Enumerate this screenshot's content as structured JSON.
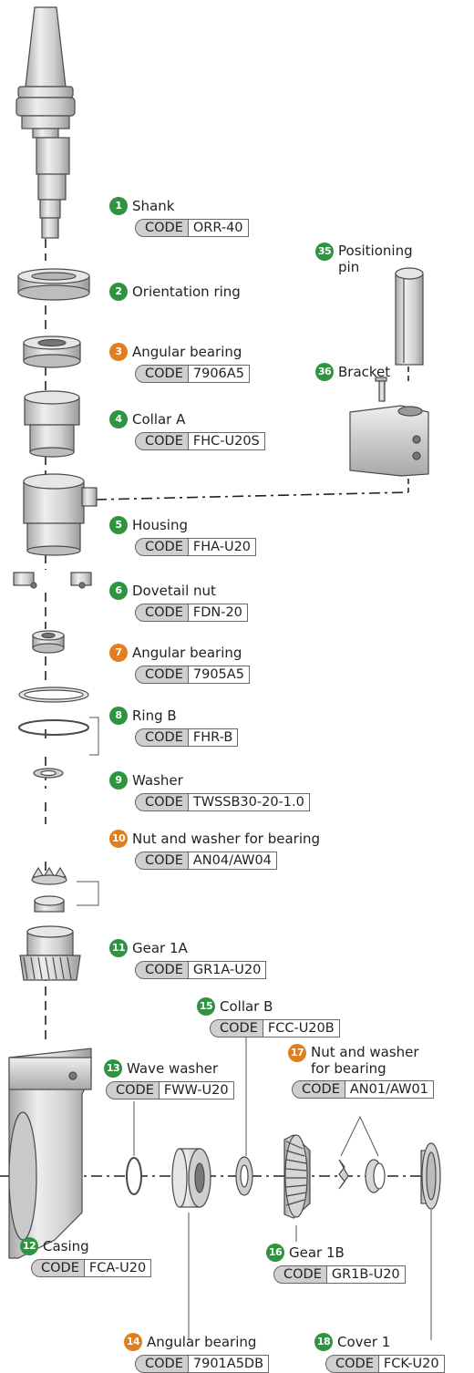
{
  "code_key": "CODE",
  "parts": [
    {
      "num": "1",
      "badge": "green",
      "name": "Shank",
      "code": "ORR-40"
    },
    {
      "num": "2",
      "badge": "green",
      "name": "Orientation ring"
    },
    {
      "num": "3",
      "badge": "orange",
      "name": "Angular bearing",
      "code": "7906A5"
    },
    {
      "num": "4",
      "badge": "green",
      "name": "Collar A",
      "code": "FHC-U20S"
    },
    {
      "num": "5",
      "badge": "green",
      "name": "Housing",
      "code": "FHA-U20"
    },
    {
      "num": "6",
      "badge": "green",
      "name": "Dovetail nut",
      "code": "FDN-20"
    },
    {
      "num": "7",
      "badge": "orange",
      "name": "Angular bearing",
      "code": "7905A5"
    },
    {
      "num": "8",
      "badge": "green",
      "name": "Ring B",
      "code": "FHR-B"
    },
    {
      "num": "9",
      "badge": "green",
      "name": "Washer",
      "code": "TWSSB30-20-1.0"
    },
    {
      "num": "10",
      "badge": "orange",
      "name": "Nut and washer for bearing",
      "code": "AN04/AW04"
    },
    {
      "num": "11",
      "badge": "green",
      "name": "Gear 1A",
      "code": "GR1A-U20"
    },
    {
      "num": "12",
      "badge": "green",
      "name": "Casing",
      "code": "FCA-U20"
    },
    {
      "num": "13",
      "badge": "green",
      "name": "Wave washer",
      "code": "FWW-U20"
    },
    {
      "num": "14",
      "badge": "orange",
      "name": "Angular bearing",
      "code": "7901A5DB"
    },
    {
      "num": "15",
      "badge": "green",
      "name": "Collar B",
      "code": "FCC-U20B"
    },
    {
      "num": "16",
      "badge": "green",
      "name": "Gear 1B",
      "code": "GR1B-U20"
    },
    {
      "num": "17",
      "badge": "orange",
      "name_line1": "Nut and washer",
      "name_line2": "for bearing",
      "code": "AN01/AW01"
    },
    {
      "num": "18",
      "badge": "green",
      "name": "Cover 1",
      "code": "FCK-U20"
    },
    {
      "num": "35",
      "badge": "green",
      "name_line1": "Positioning",
      "name_line2": "pin"
    },
    {
      "num": "36",
      "badge": "green",
      "name": "Bracket"
    }
  ],
  "colors": {
    "green_badge": "#2f9440",
    "orange_badge": "#e17e1f",
    "code_fill": "#cfcfcf",
    "part_fill": "#d4d4d4",
    "part_stroke": "#4a4a4a"
  }
}
